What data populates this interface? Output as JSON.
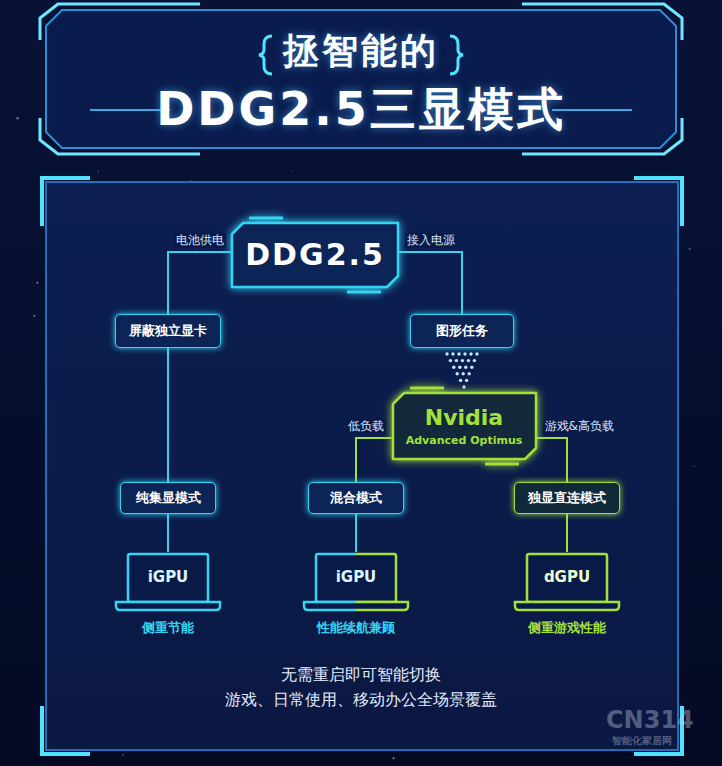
{
  "diagram": {
    "title": "拯智能的 DDG2.5三显模式",
    "caption": "无需重启即可智能切换 游戏、日常使用、移动办公全场景覆盖",
    "nodes": [
      {
        "text": [
          "DDG2.5"
        ]
      },
      {
        "text": [
          "屏蔽独立显卡"
        ]
      },
      {
        "text": [
          "图形任务"
        ]
      },
      {
        "text": [
          "Nvidia",
          "Advanced Optimus"
        ]
      },
      {
        "text": [
          "纯集显模式"
        ]
      },
      {
        "text": [
          "混合模式"
        ]
      },
      {
        "text": [
          "独显直连模式"
        ]
      },
      {
        "text": [
          "iGPU",
          "侧重节能"
        ]
      },
      {
        "text": [
          "iGPU",
          "性能续航兼顾"
        ]
      },
      {
        "text": [
          "dGPU",
          "侧重游戏性能"
        ]
      }
    ],
    "edges": [
      {
        "from": 0,
        "to": 1,
        "label": "电池供电",
        "arrow": "none"
      },
      {
        "from": 0,
        "to": 2,
        "label": "接入电源",
        "arrow": "none"
      },
      {
        "from": 2,
        "to": 3,
        "arrow": "to"
      },
      {
        "from": 3,
        "to": 5,
        "label": "低负载",
        "arrow": "none"
      },
      {
        "from": 3,
        "to": 6,
        "label": "游戏&高负载",
        "arrow": "none"
      },
      {
        "from": 1,
        "to": 4,
        "arrow": "none"
      },
      {
        "from": 4,
        "to": 7,
        "arrow": "none"
      },
      {
        "from": 5,
        "to": 8,
        "arrow": "none"
      },
      {
        "from": 6,
        "to": 9,
        "arrow": "none"
      }
    ],
    "labels": [
      "CN314",
      "智能化家居网"
    ]
  }
}
